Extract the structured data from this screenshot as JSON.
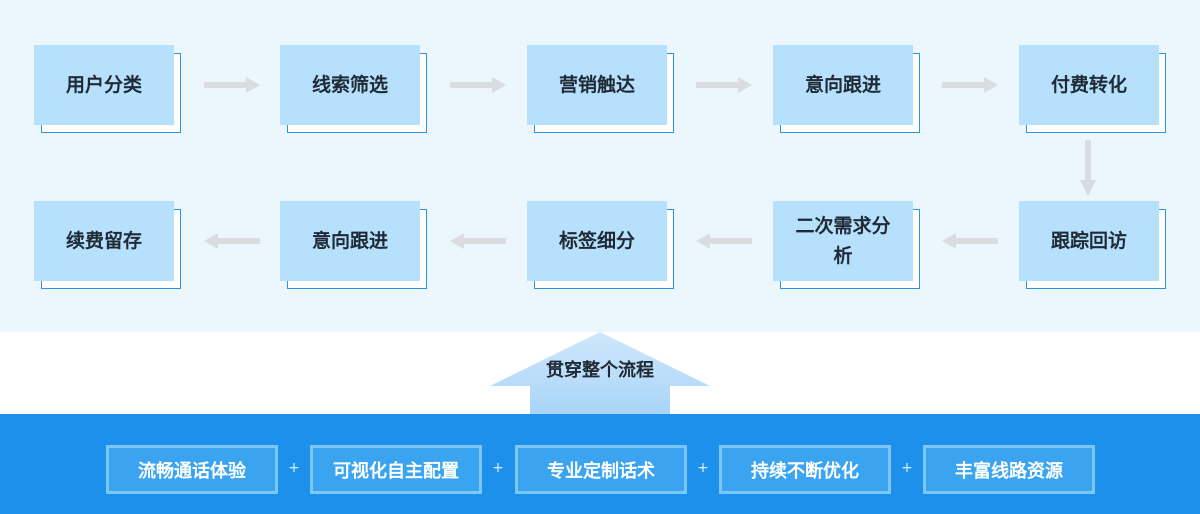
{
  "flow": {
    "row1": [
      "用户分类",
      "线索筛选",
      "营销触达",
      "意向跟进",
      "付费转化"
    ],
    "row2": [
      "续费留存",
      "意向跟进",
      "标签细分",
      "二次需求分析",
      "跟踪回访"
    ]
  },
  "center_label": "贯穿整个流程",
  "features": [
    "流畅通话体验",
    "可视化自主配置",
    "专业定制话术",
    "持续不断优化",
    "丰富线路资源"
  ],
  "plus_symbol": "+",
  "colors": {
    "top_background": "#ecf6fd",
    "card": "#b6e0fb",
    "card_outline": "#2a93e6",
    "arrow": "#d9dde2",
    "bottom_band": "#1c90ea",
    "feature_fill": "#3ba4f1",
    "feature_border": "#7cc6f8"
  }
}
